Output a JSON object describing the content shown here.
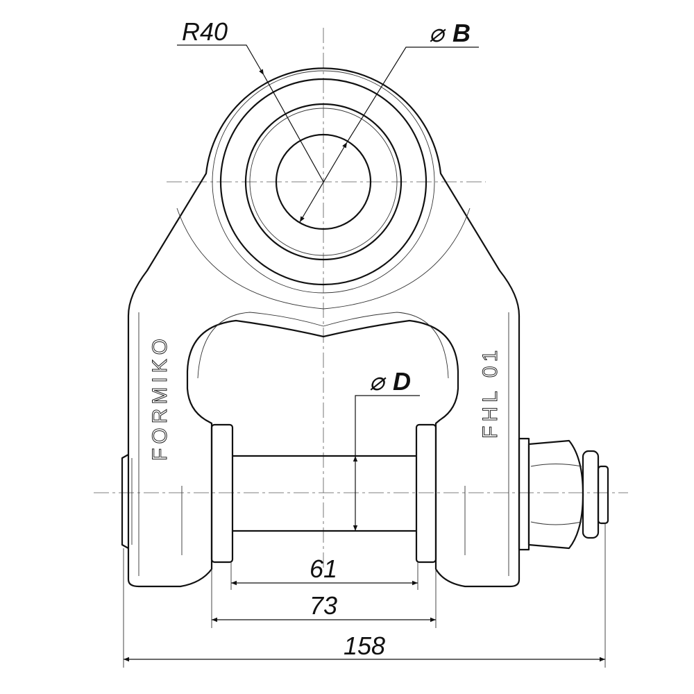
{
  "drawing": {
    "radius_label": "R40",
    "bore_label": {
      "symbol": "⌀",
      "letter": "B"
    },
    "pin_label": {
      "symbol": "⌀",
      "letter": "D"
    },
    "brand_marking": "FORMIKO",
    "model_marking": "FHL 01",
    "dimensions": {
      "inner_pin": "61",
      "inner_width": "73",
      "overall_width": "158"
    }
  }
}
